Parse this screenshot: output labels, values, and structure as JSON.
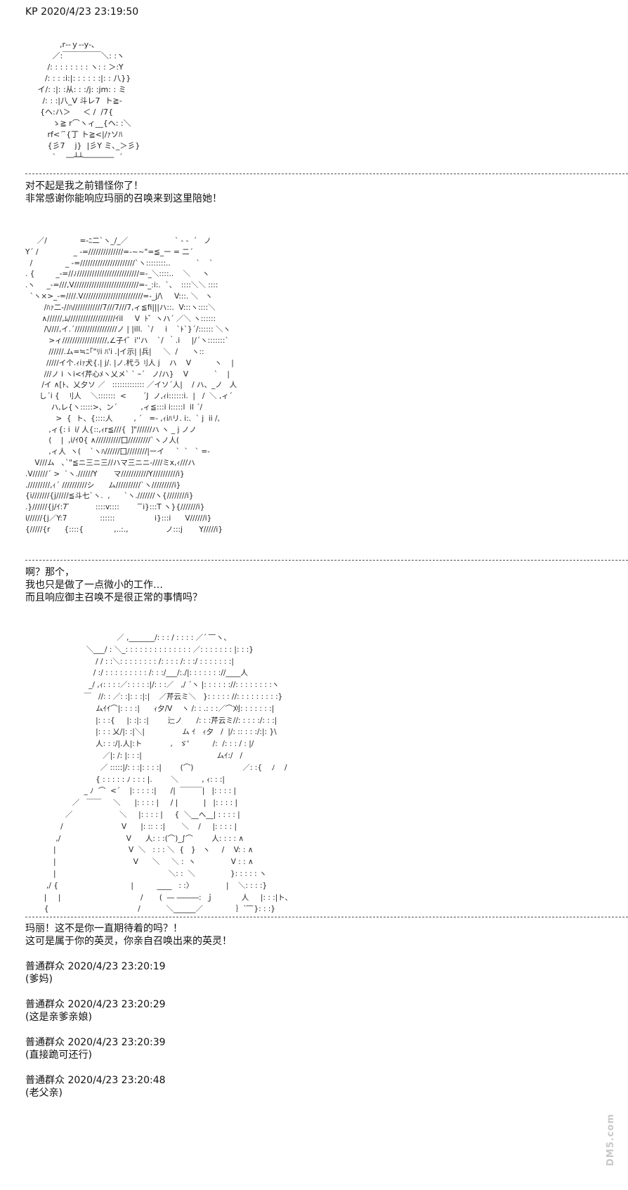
{
  "header": {
    "text": "KP 2020/4/23 23:19:50"
  },
  "art1": "              ,r‐‐ｙ‐‐y‐､\n           ／:￣￣￣￣￣＼: :ヽ\n         /: : : : : : : : ヽ: : ＞:Y\n        /: : : :i:|: : : : : :|: : 八}}\n     イ/: :|: :从: : :/j: :jm: : ミ\n       /: : :|八_V 斗レ7  ト≧-\n      {ヘ:ハ＞     ＜ /  /7{\n           ゝ≧ r⌒ヽィ__{ヘ: :＼\n         rf<´ ̄{丁 ト≧<|/ｧソﾊ\n         {彡7    j}  |彡Y ミ､_＞彡}\n           ˋ    ―┴┴――――  ´",
  "block1": {
    "lines": [
      "对不起是我之前错怪你了！",
      "非常感谢你能响应玛丽的召唤来到这里陪她！"
    ]
  },
  "art2": "     ／/              =-ﾆ二`ヽ_/_／                    ` - -  ´   ノ\nY´ /               _ -=//////////////=-~~\"=≦_ー = 二´\n  /              _ -=//////////////////////`ヽ::::::::..           `    `\n. {         _-=//ﾉ/////////////////////////=-_＼::::..    ＼     ヽ\n.ヽ     _-=///,V//////////////////////////=-_:i:.  `、  ::::＼＼ ::::\n  `ヽ×>_-=////.V////////////////////////=-_j/\\     V:::. ＼   ヽ\n        /ﾊｧ二-//ﾊ////////////7///7///7,ィ≦fi|||ハ::.  V:::ヽ::::＼\n       ∧//////,ﾑ///////////////////ｲil     V  ﾄ゛ヽハ´ ／＼ ヽ::::::\n        /\\////,イ.´/////////////////ノ | |ill.  `/     i    `ﾄ`}´/:::::: ＼ヽ\n          >ィ//////////////////,∠子ｲ゛i''ハ    `/  ｀.i     |/´ヽ:::::::`\n          //////.ム=≒ﾆ｢\"ﾘi ﾊ'i .|イ示| |兵|     ＼  /      ヽ::\n         /////イ个.ｨiｧ犬{.| j/. |ノ.杙う刂人 j    ハ    V          ヽ    |\n        ///ノ i ヽi<ｲ芹心ﾒヽ乂メ` ` ｰ´   ノ/ハ}    V           `    |\n       /イ ∧[ﾄ、乂夕ソ ／   ::::::::::::: ／イソ´人|    / ハ、_ノ   人\n      し´i {   刂人    ＼:::::::  <       ´J  ノ,ｨi::::::i.  |   /  ＼ ,ィ´\n           ハ,レ{ヽ:::::>、ン´          ,ィ≦:::i i:::::l  il ´/\n             >  {  ト、{::::人         , ´   =- ,ｨiﾊリ. i:.  ` j  ii /,\n          ,ィ{: i  i/ 人{::,ｨr≦///{  ]\"//////ハ ヽ _ j ノノ\n          (    |  ,i/ｲ0{ ∧//////////囗/////////`ヽノ人(\n          ,ィ人  ヽ(    `ヽﾊ//////囗////////|ーイ     `  `   ` =-\n    V///ム   ､`\"≦ニ三ニ三//ハマ三ニニ-////ミx,ｨ///ハ\n.V//////´ >  `ヽ.//////Y       マ///////////Y//////////i}\n./////////,ｨ´ //////////シ      ム//////////`ヽ/////////i}\n{i///////{j/////≦斗七`ヽ.  ,      `ヽ.///////ヽ{////////i}\n.}//////{j/ｲ:7 ̄           ::::v::::         ̄ ̄i}:::T ヽ}{///////i}\ni//////{j／Y:7              ::::::                 i}:::i      V//////i}\n{/////{r      {::::{             ,..:.,                ノ:::j       Y/////i}",
  "block2": {
    "lines": [
      "啊？那个，",
      "我也只是做了一点微小的工作…",
      "而且响应御主召唤不是很正常的事情吗？"
    ]
  },
  "art3": "                                       ／ ,_______/: : : / : : : : ／´  ̄ ̄ ̄ヽ、\n                          ＼___/ : ＼_: : : : : : : : : : : : : : ／: : : : : : : |: : :}\n                              / / : :＼: : : : : : : : /: : : : /: : :/ : : : : : : :|\n                             / :/ : : : : : : : : : /: : :/___/:./|: : : : : : ://____人\n                           _/ ,ｨ: : : :／: : : : :|/: : :／   ,/ ´ヽ |: : : : : ://: : : : : : : :ヽ\n                         ￣   //: : ／: :|: : :|:|    ／芹云ミ＼   }: : : : : //: : : : : : : : :}\n                              ムｲｲ⌒|: : : :|      ｨ夕/V    ヽ /: : .: : :／⌒刈: : : : : : :|\n                              |: : :{     |: :|: :|        辷ノ      /: : :芹云ミ//: : : : :/: : :|\n                              |: : : 乂/|: :|＼|                ム ｲ   ｨ夕   /  |/: :: : : :/:|: }\\\n                              人: : :/|.人|:ト            ,   ゞ'          /:  /: : : / : |/\n                                 ／|: /: |: : :|                                ムｲ:/   /\n                                ／ :::::|/: : :|: : : :|        (⌒)                     ／: :{    ﾉ    /\n                              { : : : : : ﾉ : : : |.        ＼          , ｨ: : :|\n                         _ ﾉ  ⌒  <´    |: : : : :|      /|  ￣￣￣|   |: : : : |\n                    ／   ￣￣     ＼      |: : : : |     / |           |   |: : : : |\n                 ／                    ＼     |: : : : |     {  ＼__へ__| : : : : |\n               /                         V      |: :: : :|       ＼    /     |: : : : |\n             ,/                            V      人: : :(⌒)_∫⌒        人: : : : ∧\n            |                               V  ＼   : : : ＼  {   }   ヽ     /    V: : ∧\n            |                                 V      ＼     ＼ :  ヽ               V : : ∧\n            |                                                ＼: :  ＼               }: : : : : ヽ\n         ,/ {                               |          ____   : :〉              |    ＼: : : :}\n        |     |                                  /       (  ― ―――:  ｊ            人     |: : :|ト、\n        {                                      /           ＼______／              ｝` ̄ ̄ ̄}: : :}",
  "block3": {
    "lines": [
      "玛丽！这不是你一直期待着的吗？！",
      "这可是属于你的英灵，你亲自召唤出来的英灵！"
    ]
  },
  "comments": [
    {
      "header": "普通群众 2020/4/23 23:20:19",
      "body": "(爹妈)"
    },
    {
      "header": "普通群众 2020/4/23 23:20:29",
      "body": "(这是亲爹亲娘)"
    },
    {
      "header": "普通群众 2020/4/23 23:20:39",
      "body": "(直接跪可还行)"
    },
    {
      "header": "普通群众 2020/4/23 23:20:48",
      "body": "(老父亲)"
    }
  ],
  "watermark": "DM5.com"
}
